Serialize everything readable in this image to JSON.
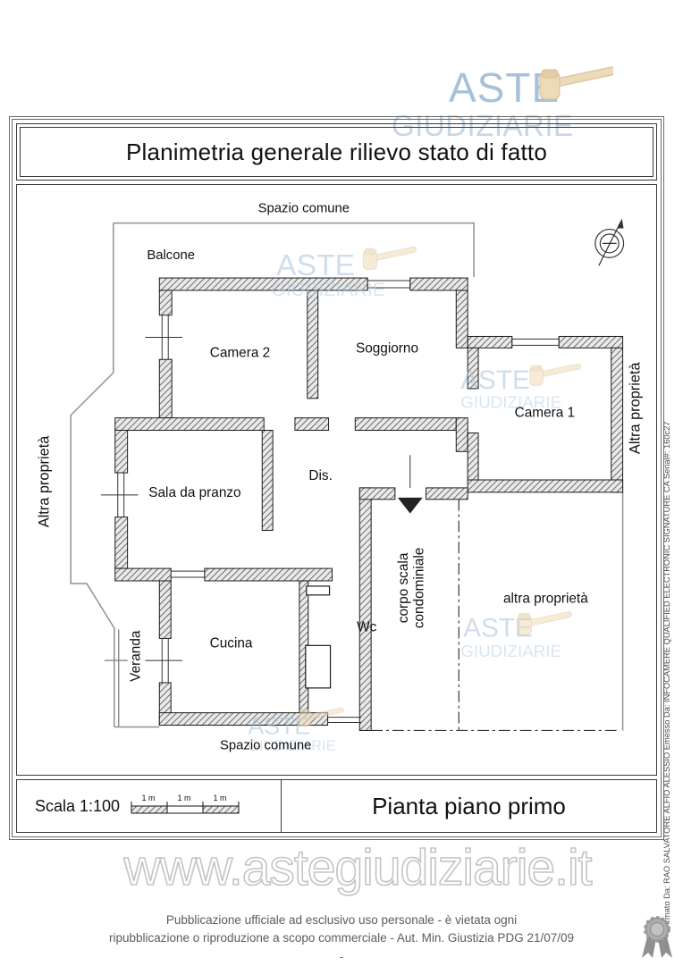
{
  "logo": {
    "aste": "ASTE",
    "giudiziarie": "GIUDIZIARIE"
  },
  "title": "Planimetria generale rilievo stato di fatto",
  "plan": {
    "labels": {
      "spazio_comune_top": "Spazio comune",
      "balcone": "Balcone",
      "camera2": "Camera 2",
      "soggiorno": "Soggiorno",
      "camera1": "Camera 1",
      "altra_proprieta_left": "Altra proprietà",
      "altra_proprieta_right": "Altra proprietà",
      "sala_da_pranzo": "Sala da pranzo",
      "dis": "Dis.",
      "cucina": "Cucina",
      "wc": "Wc",
      "veranda": "Veranda",
      "corpo_scala_line1": "corpo scala",
      "corpo_scala_line2": "condominiale",
      "altra_proprieta_bottom": "altra proprietà",
      "spazio_comune_bottom": "Spazio comune"
    }
  },
  "footer_bar": {
    "scale_label": "Scala 1:100",
    "scale_ticks": [
      "1 m",
      "1 m",
      "1 m"
    ],
    "plan_name": "Pianta piano primo"
  },
  "watermark": {
    "site": "www.astegiudiziarie.it"
  },
  "disclaimer": {
    "line1": "Pubblicazione ufficiale ad esclusivo uso personale - è vietata ogni",
    "line2": "ripubblicazione o riproduzione a scopo commerciale - Aut. Min. Giustizia PDG 21/07/09",
    "line3": "-"
  },
  "signature": "Firmato Da: RAO SALVATORE ALFIO ALESSIO Emesso Da: INFOCAMERE QUALIFIED ELECTRONIC SIGNATURE CA Serial#: 160c27",
  "colors": {
    "watermark_blue": "#a9c4da",
    "gavel_tan": "#eddbb8",
    "wall_hatch": "#555555"
  }
}
